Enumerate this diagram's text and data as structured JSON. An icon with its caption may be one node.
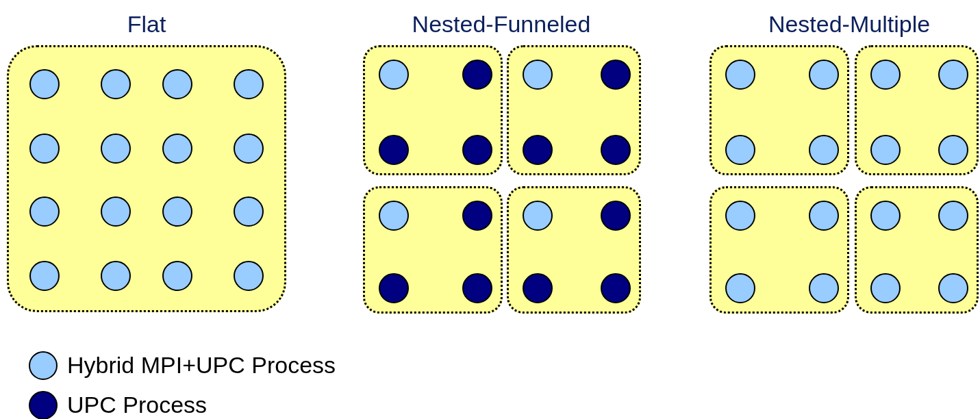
{
  "diagram": {
    "nodes": [
      {
        "text": [
          "Flat"
        ]
      },
      {
        "text": [],
        "shape": "box"
      },
      {
        "text": [],
        "shape": "box"
      },
      {
        "text": [],
        "shape": "box"
      },
      {
        "text": [],
        "shape": "box"
      },
      {
        "text": [],
        "shape": "box"
      },
      {
        "text": [],
        "shape": "box"
      },
      {
        "text": [],
        "shape": "box"
      },
      {
        "text": [],
        "shape": "box"
      }
    ],
    "labels": [
      "Nested-Funneled",
      "Nested-Multiple"
    ],
    "legend": [
      {
        "text": "Hybrid MPI+UPC Process",
        "color": "#99ccff"
      },
      {
        "text": "UPC Process",
        "color": "#000080"
      }
    ]
  }
}
